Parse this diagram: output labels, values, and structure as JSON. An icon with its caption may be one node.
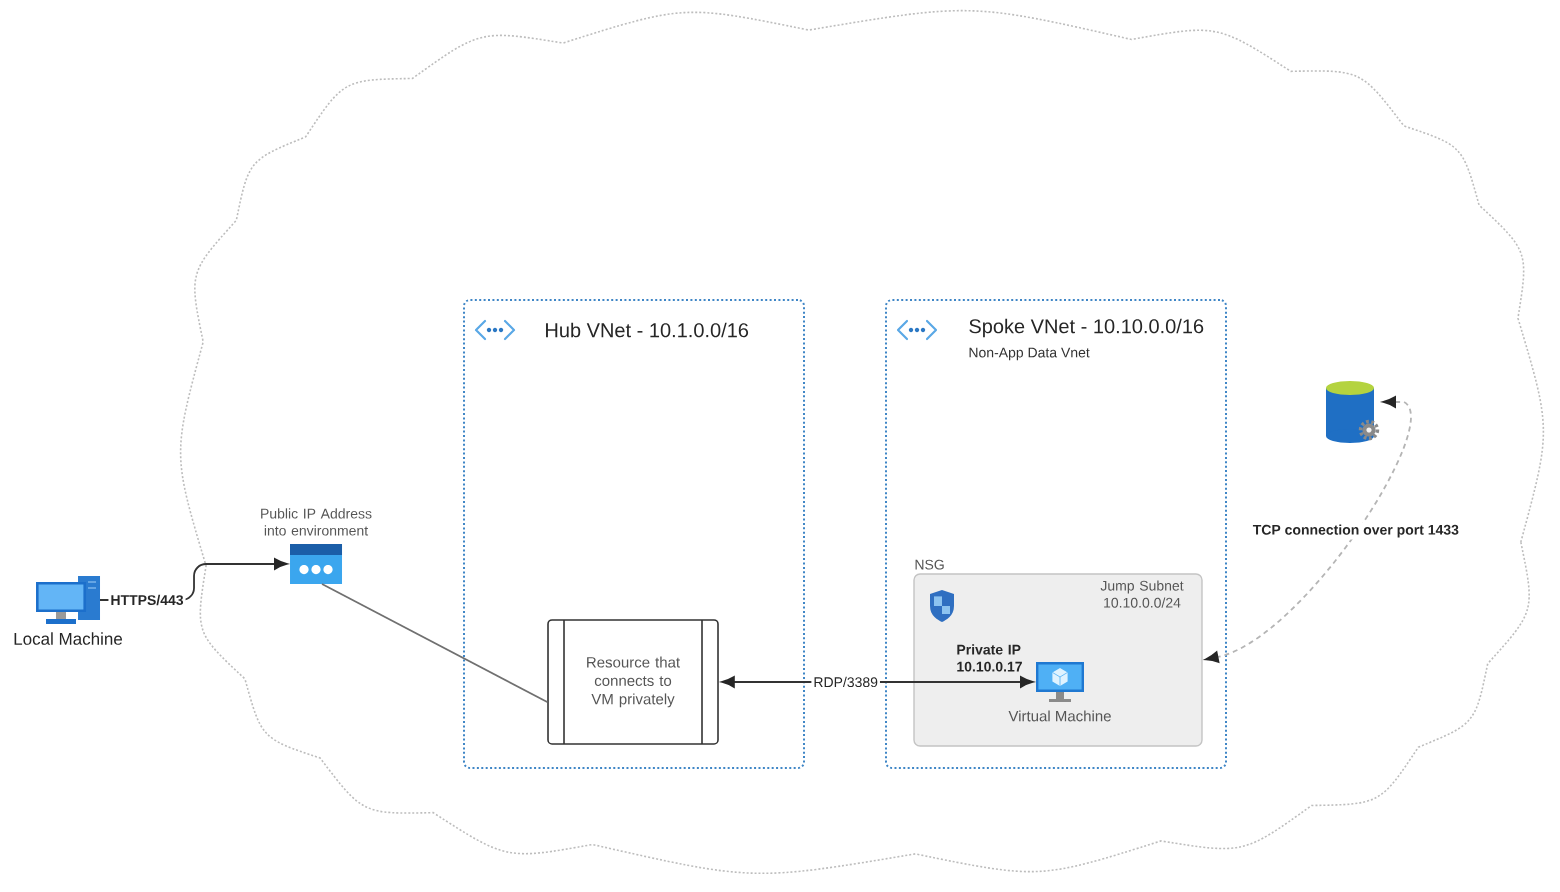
{
  "diagram": {
    "nodes": [
      {
        "text": [],
        "shape": "cloud"
      },
      {
        "text": [
          "Local Machine"
        ]
      },
      {
        "text": [
          "Public IP Address into environment"
        ],
        "in": 0
      },
      {
        "text": [
          "Hub VNet - 10.1.0.0/16"
        ],
        "in": 0
      },
      {
        "text": [
          "Resource that connects to VM privately"
        ],
        "in": 3
      },
      {
        "text": [
          "Spoke VNet - 10.10.0.0/16",
          "Non-App Data Vnet"
        ],
        "in": 0
      },
      {
        "text": [
          "NSG",
          "Jump Subnet 10.10.0.0/24"
        ],
        "in": 5
      },
      {
        "text": [
          "Virtual Machine"
        ],
        "beside": [
          "Private IP 10.10.0.17"
        ],
        "in": 6
      },
      {
        "text": [],
        "shape": "cylinder",
        "in": 0
      }
    ],
    "edges": [
      {
        "from": 1,
        "to": 2,
        "arrow": "to",
        "label": "HTTPS/443"
      },
      {
        "from": 2,
        "to": 4,
        "arrow": "none",
        "color": "#707070"
      },
      {
        "from": 4,
        "to": 7,
        "arrow": "both",
        "label": "RDP/3389"
      },
      {
        "from": 8,
        "to": 6,
        "arrow": "both",
        "label": "TCP connection over port 1433",
        "style": "dashed",
        "color": "#b5b5b5"
      }
    ]
  }
}
